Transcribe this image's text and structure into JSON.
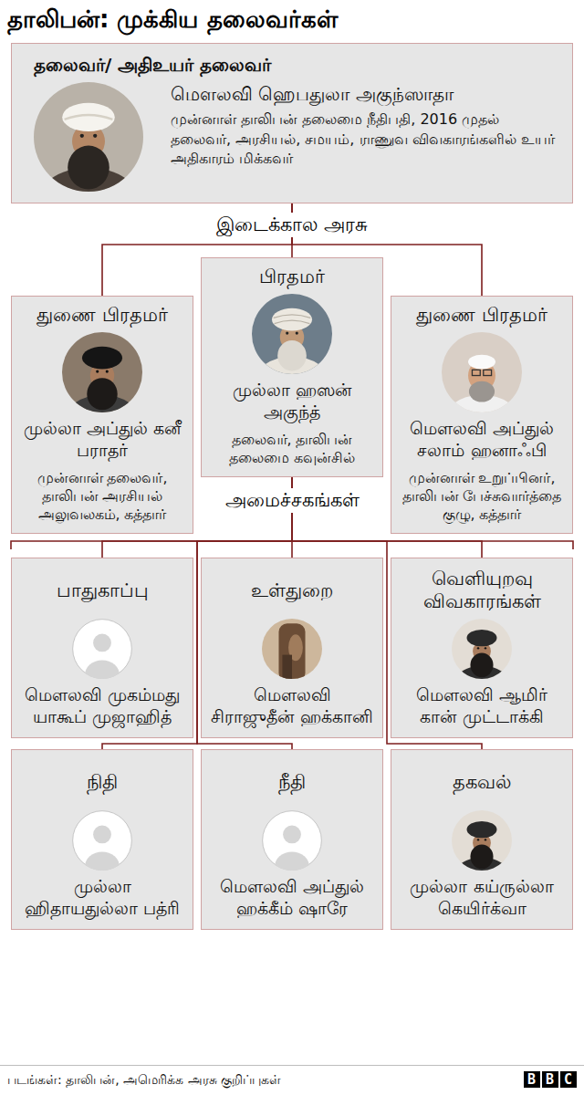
{
  "diagram": {
    "title": "தாலிபன்: முக்கிய தலைவர்கள்",
    "caption": "படங்கள்: தாலிபன், அமெரிக்க அரசு குறிப்புகள்",
    "nodes": [
      {
        "text": [
          "தலைவர்/ அதிஉயர் தலைவர்",
          "மௌலவி ஹெபதுலா அகுந்ஸாதா",
          "முன்னாள் தாலிபன் தலைமை நீதிபதி, 2016 முதல் தலைவர், அரசியல், சமயம், ராணுவ விவகாரங்களில் உயர் அதிகாரம் மிக்கவர்"
        ]
      },
      {
        "text": [
          "பிரதமர்",
          "முல்லா ஹஸன் அகுந்த்",
          "தலைவர், தாலிபன் தலைமை கவுன்சில்"
        ]
      },
      {
        "text": [
          "துணை பிரதமர்",
          "முல்லா அப்துல் கனீ பராதர்",
          "முன்னாள் தலைவர், தாலிபன் அரசியல் அலுவலகம், கத்தார்"
        ]
      },
      {
        "text": [
          "துணை பிரதமர்",
          "மௌலவி அப்துல் சலாம் ஹனாஃபி",
          "முன்னாள் உறுப்பினர், தாலிபன் பேச்சுவார்த்தை குழு, கத்தார்"
        ]
      },
      {
        "text": [
          "பாதுகாப்பு",
          "மௌலவி முகம்மது யாகூப் முஜாஹித்"
        ]
      },
      {
        "text": [
          "உள்துறை",
          "மௌலவி சிராஜுதீன் ஹக்கானி"
        ]
      },
      {
        "text": [
          "வெளியுறவு விவகாரங்கள்",
          "மௌலவி ஆமிர் கான் முட்டாக்கி"
        ]
      },
      {
        "text": [
          "நிதி",
          "முல்லா ஹிதாயதுல்லா பத்ரி"
        ]
      },
      {
        "text": [
          "நீதி",
          "மௌலவி அப்துல் ஹக்கீம் ஷாரே"
        ]
      },
      {
        "text": [
          "தகவல்",
          "முல்லா கய்ருல்லா கெயிர்க்வா"
        ]
      }
    ],
    "edges": [
      {
        "from": 0,
        "to": 1,
        "arrow": "none"
      },
      {
        "from": 0,
        "to": 2,
        "arrow": "none"
      },
      {
        "from": 0,
        "to": 3,
        "arrow": "none"
      },
      {
        "from": 1,
        "to": 4,
        "arrow": "none"
      },
      {
        "from": 1,
        "to": 5,
        "arrow": "none"
      },
      {
        "from": 1,
        "to": 6,
        "arrow": "none"
      },
      {
        "from": 1,
        "to": 7,
        "arrow": "none"
      },
      {
        "from": 1,
        "to": 8,
        "arrow": "none"
      },
      {
        "from": 1,
        "to": 9,
        "arrow": "none"
      }
    ],
    "labels": [
      "இடைக்கால அரசு",
      "அமைச்சகங்கள்",
      "BBC"
    ]
  }
}
